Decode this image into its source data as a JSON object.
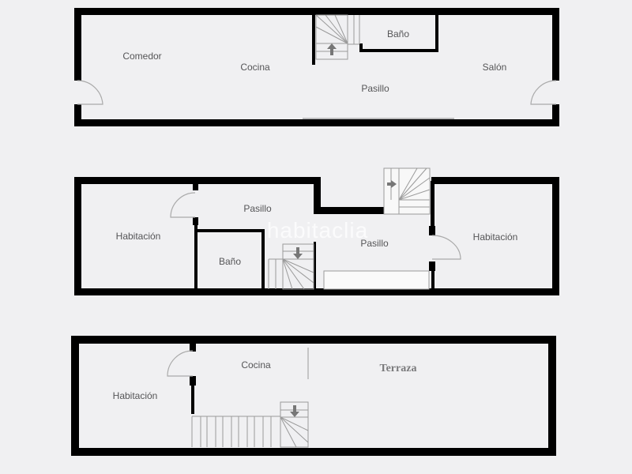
{
  "floorplan": {
    "colors": {
      "background": "#f0f0f2",
      "wall": "#000000",
      "fixture_line": "#9a9a9a",
      "label": "#555557",
      "terrace_label": "#7a7a7c"
    },
    "watermark": "habitaclia",
    "floors": [
      {
        "name": "ground-floor",
        "rooms": [
          {
            "label": "Comedor"
          },
          {
            "label": "Cocina"
          },
          {
            "label": "Baño"
          },
          {
            "label": "Pasillo"
          },
          {
            "label": "Salón"
          }
        ],
        "stairs": [
          {
            "direction": "up",
            "icon": "arrow-up-icon"
          }
        ],
        "doors": 2
      },
      {
        "name": "first-floor",
        "rooms": [
          {
            "label": "Habitación"
          },
          {
            "label": "Pasillo"
          },
          {
            "label": "Baño"
          },
          {
            "label": "Pasillo"
          },
          {
            "label": "Habitación"
          }
        ],
        "stairs": [
          {
            "direction": "down",
            "icon": "arrow-down-icon"
          },
          {
            "direction": "right",
            "icon": "arrow-right-icon"
          }
        ],
        "doors": 2
      },
      {
        "name": "second-floor",
        "rooms": [
          {
            "label": "Habitación"
          },
          {
            "label": "Cocina"
          },
          {
            "label": "Terraza"
          }
        ],
        "stairs": [
          {
            "direction": "down",
            "icon": "arrow-down-icon"
          }
        ],
        "doors": 1
      }
    ]
  }
}
